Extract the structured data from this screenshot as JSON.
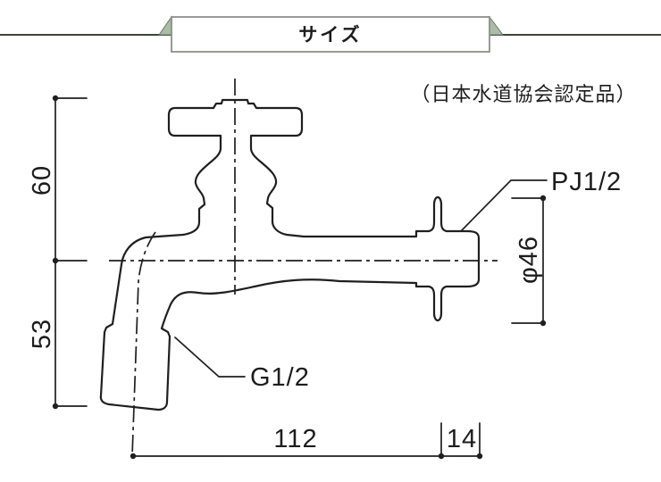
{
  "banner": {
    "title": "サイズ",
    "tab_color": "#a9bda4",
    "box_border_color": "#8b908b",
    "rule_color": "#3f423a"
  },
  "annotation": {
    "certification": "（日本水道協会認定品）"
  },
  "drawing": {
    "line_color": "#1f1f1f",
    "labels": {
      "inlet_thread": "PJ1/2",
      "outlet_thread": "G1/2"
    },
    "dimensions": {
      "height_above_center": "60",
      "drop_below_center": "53",
      "overall_length": "112",
      "wall_distance": "14",
      "flange_diameter": "φ46"
    }
  }
}
